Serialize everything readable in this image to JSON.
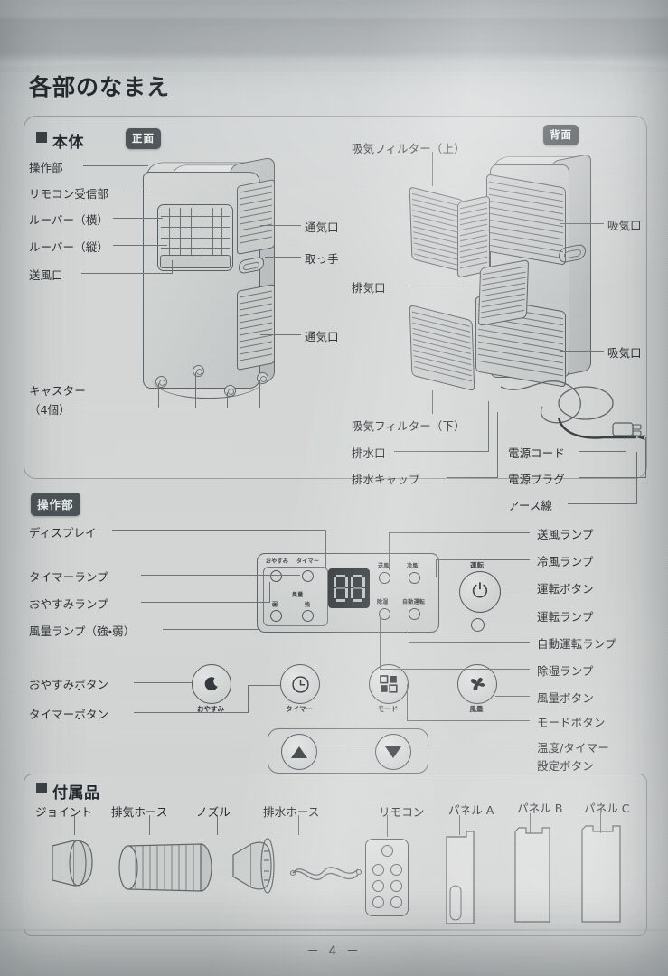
{
  "page": {
    "title": "各部のなまえ",
    "page_number": "－ 4 －"
  },
  "main_section": {
    "bullet_title": "本体",
    "front_badge": "正面",
    "back_badge": "背面",
    "front_labels": [
      "操作部",
      "リモコン受信部",
      "ルーバー（横）",
      "ルーバー（縦）",
      "送風口",
      "キャスター",
      "（4個）"
    ],
    "front_right_labels": [
      "通気口",
      "取っ手",
      "通気口"
    ],
    "back_labels": [
      "吸気フィルター（上）",
      "排気口",
      "吸気フィルター（下）",
      "排水口",
      "排水キャップ"
    ],
    "back_right_labels": [
      "吸気口",
      "吸気口"
    ],
    "cord_labels": [
      "電源コード",
      "電源プラグ",
      "アース線"
    ]
  },
  "control_section": {
    "badge": "操作部",
    "left_labels": [
      "ディスプレイ",
      "タイマーランプ",
      "おやすみランプ",
      "風量ランプ（強・弱）",
      "おやすみボタン",
      "タイマーボタン"
    ],
    "right_labels": [
      "送風ランプ",
      "冷風ランプ",
      "運転ボタン",
      "運転ランプ",
      "自動運転ランプ",
      "除湿ランプ",
      "風量ボタン",
      "モードボタン",
      "温度/タイマー",
      "設定ボタン"
    ],
    "panel_micro_labels": {
      "sleep": "おやすみ",
      "timer": "タイマー",
      "fan_group": "風量",
      "fan_weak": "弱",
      "fan_strong": "強",
      "blow": "送風",
      "cool": "冷風",
      "dehumid": "除湿",
      "auto": "自動運転",
      "power": "運転"
    },
    "display_value": "00",
    "button_captions": {
      "sleep": "おやすみ",
      "timer": "タイマー",
      "mode": "モード",
      "fan": "風量"
    },
    "icons": {
      "power": "power-icon",
      "moon": "moon-icon",
      "clock": "clock-icon",
      "mode": "mode-grid-icon",
      "fan": "fan-icon",
      "up": "triangle-up-icon",
      "down": "triangle-down-icon"
    }
  },
  "accessories_section": {
    "bullet_title": "付属品",
    "items": [
      {
        "label": "ジョイント",
        "icon": "joint-part"
      },
      {
        "label": "排気ホース",
        "icon": "exhaust-hose-part"
      },
      {
        "label": "ノズル",
        "icon": "nozzle-part"
      },
      {
        "label": "排水ホース",
        "icon": "drain-hose-part"
      },
      {
        "label": "リモコン",
        "icon": "remote-control-part"
      },
      {
        "label": "パネル A",
        "icon": "panel-a-part"
      },
      {
        "label": "パネル B",
        "icon": "panel-b-part"
      },
      {
        "label": "パネル C",
        "icon": "panel-c-part"
      }
    ]
  },
  "colors": {
    "paper": "#d2d5d4",
    "ink": "#2a2f33",
    "line": "#6d7375",
    "badge_bg": "#4c5357",
    "display_bg": "#2f3538"
  }
}
